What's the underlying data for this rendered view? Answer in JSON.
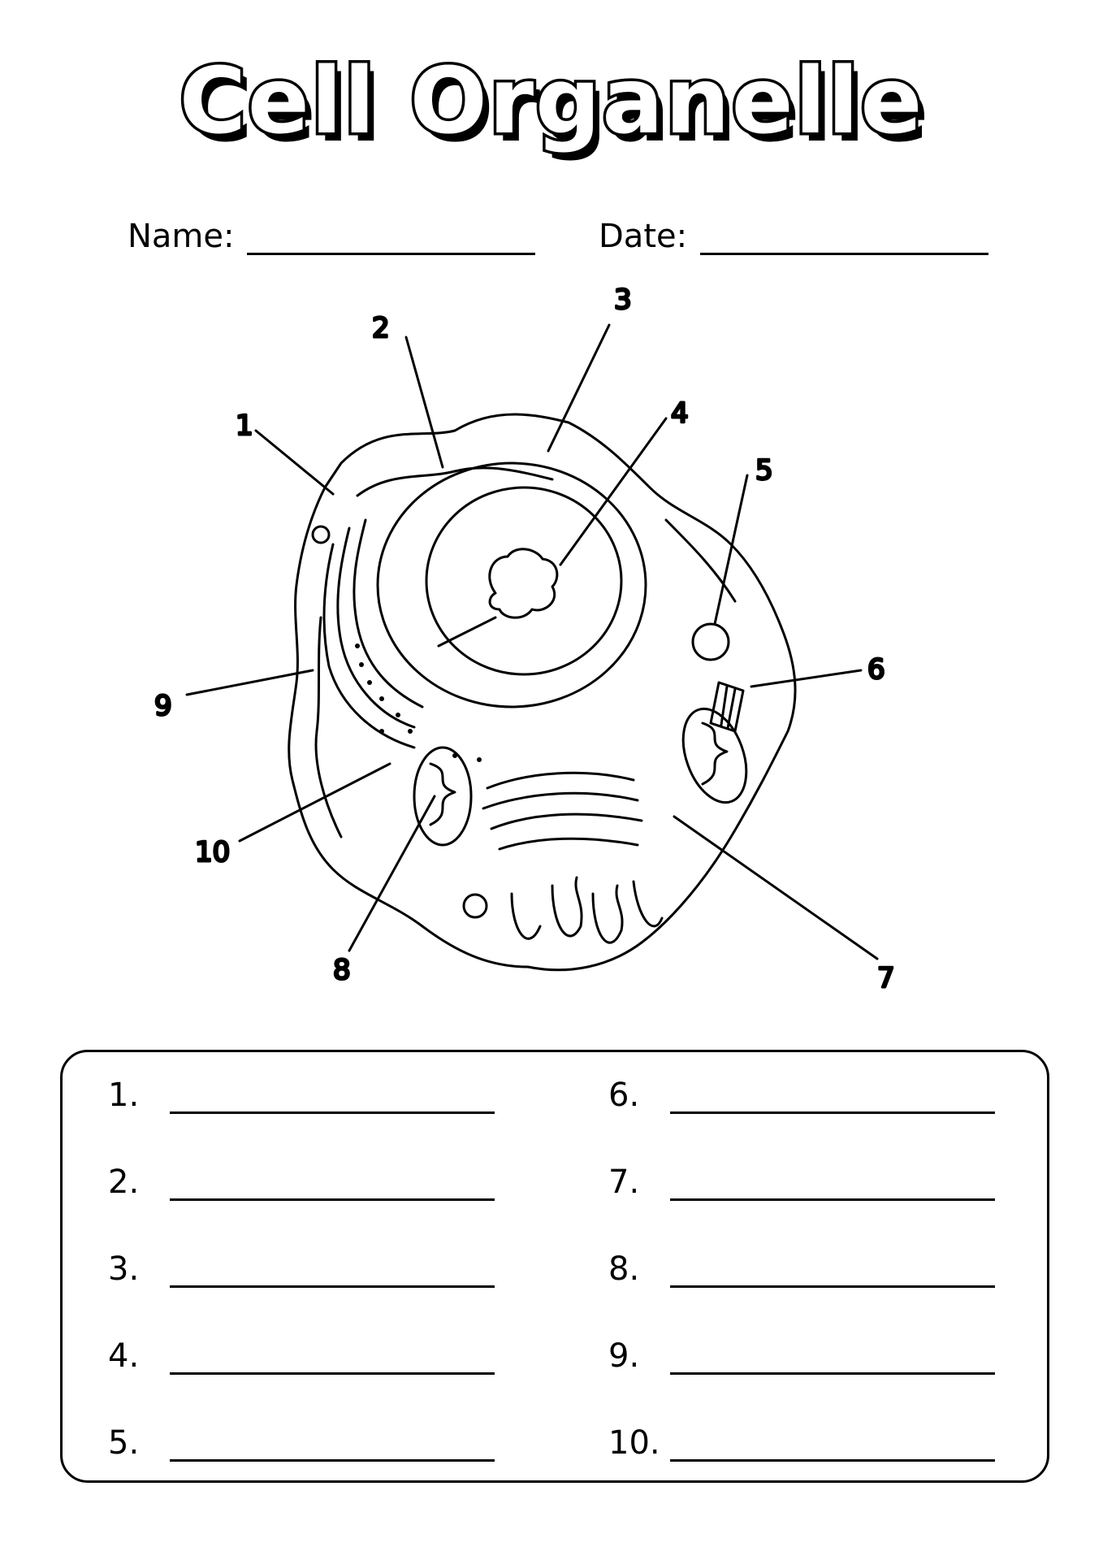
{
  "title": "Cell Organelle",
  "fields": {
    "name_label": "Name:",
    "date_label": "Date:"
  },
  "callouts": [
    "1",
    "2",
    "3",
    "4",
    "5",
    "6",
    "7",
    "8",
    "9",
    "10"
  ],
  "answers": {
    "left": [
      "1.",
      "2.",
      "3.",
      "4.",
      "5."
    ],
    "right": [
      "6.",
      "7.",
      "8.",
      "9.",
      "10."
    ]
  }
}
